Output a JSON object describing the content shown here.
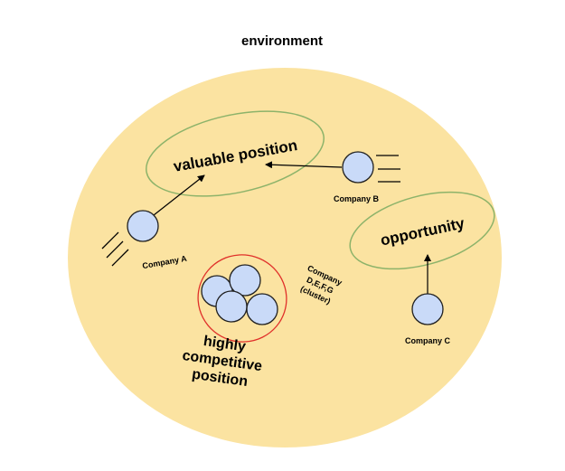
{
  "title": "environment",
  "regions": {
    "valuable": "valuable position",
    "opportunity": "opportunity",
    "competitive": [
      "highly",
      "competitive",
      "position"
    ]
  },
  "companies": {
    "a": "Company A",
    "b": "Company B",
    "c": "Company C",
    "cluster": [
      "Company",
      "D,E,F,G",
      "(cluster)"
    ]
  },
  "colors": {
    "environment_fill": "#fbe3a1",
    "highlight_stroke": "#8db36a",
    "competitive_stroke": "#e0302a",
    "company_fill": "#c9daf8",
    "company_stroke": "#1f1f1f"
  }
}
